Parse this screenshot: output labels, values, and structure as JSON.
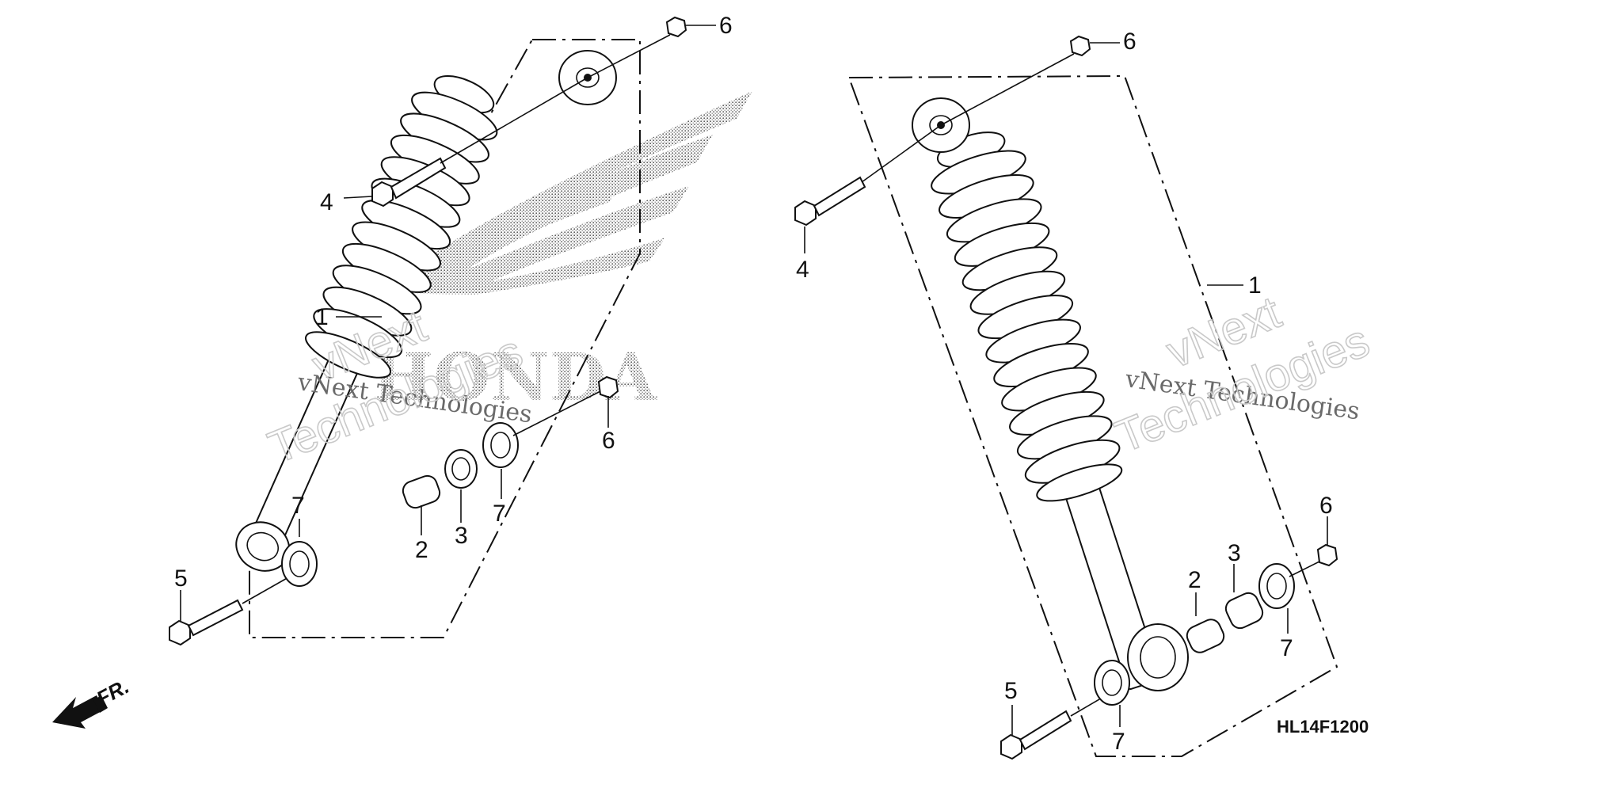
{
  "diagram": {
    "callouts_left": {
      "spring_unit": "1",
      "collar": "2",
      "bushing": "3",
      "upper_bolt": "4",
      "lower_bolt": "5",
      "upper_nut": "6",
      "lower_nut": "6",
      "seal_right": "7",
      "seal_left": "7"
    },
    "callouts_right": {
      "spring_unit": "1",
      "collar": "2",
      "bushing": "3",
      "upper_bolt": "4",
      "lower_bolt": "5",
      "upper_nut": "6",
      "lower_nut": "6",
      "seal_right": "7",
      "seal_left": "7"
    },
    "direction_label": "FR.",
    "diagram_code": "HL14F1200"
  },
  "watermarks": {
    "line1": "vNext Technologies",
    "big_word1": "vNext",
    "big_word2": "Technologies",
    "logo_text": "HONDA"
  },
  "colors": {
    "ink": "#111111",
    "watermark": "#c9c9c9",
    "logo_dots": "#555555"
  },
  "icons": {
    "direction_arrow": "front-direction-arrow-icon",
    "logo": "honda-wing-logo-icon"
  }
}
